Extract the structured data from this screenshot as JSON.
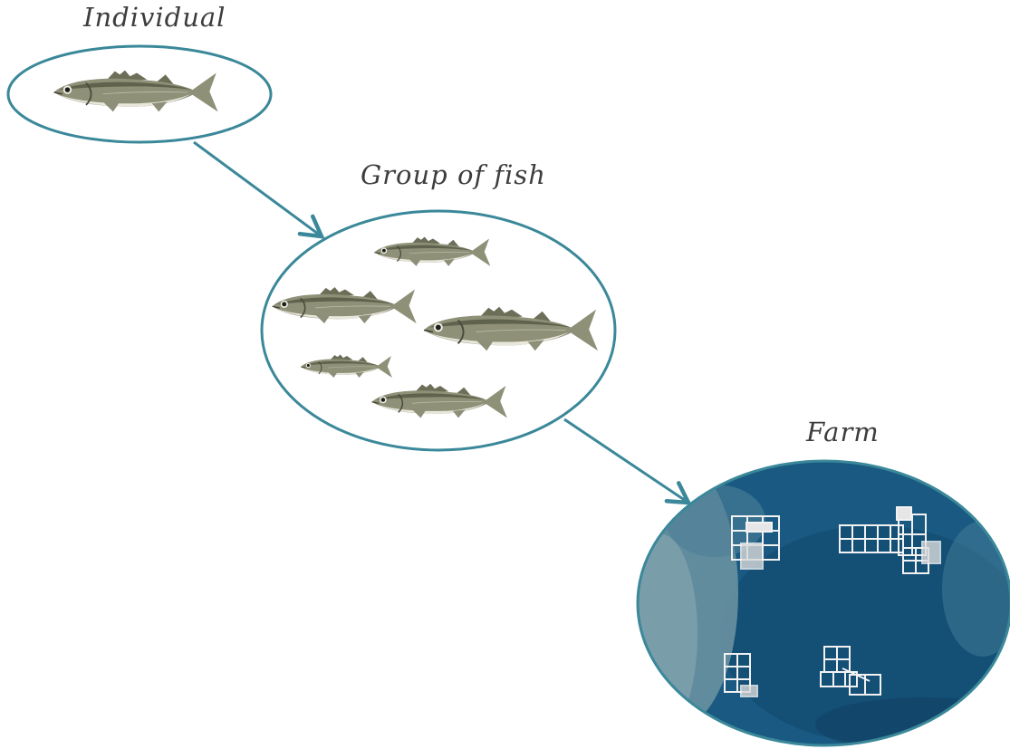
{
  "labels": {
    "individual": "Individual",
    "group": "Group of fish",
    "farm": "Farm"
  },
  "colors": {
    "outline": "#3a8899",
    "arrow": "#3a8899",
    "fish_body": "#8e9077",
    "fish_back": "#5f624c",
    "fish_belly": "#e9e7dc",
    "sea": "#1a5a82",
    "sea_deep": "#0f3d5e",
    "shallows": "#6f95a3",
    "cage": "#f2f2f2"
  },
  "icons": {
    "individual": "sea-bass-fish-icon",
    "group": "school-of-fish-icon",
    "farm": "aerial-fish-farm-cages-icon"
  }
}
